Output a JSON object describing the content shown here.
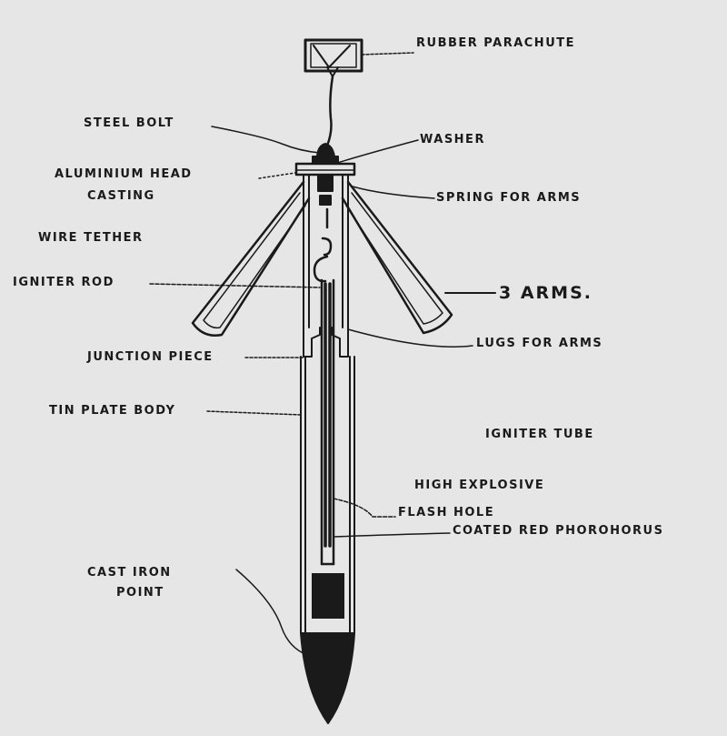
{
  "labels": {
    "rubber_parachute": "RUBBER PARACHUTE",
    "steel_bolt": "STEEL BOLT",
    "washer": "WASHER",
    "aluminium_head_line1": "ALUMINIUM HEAD",
    "aluminium_head_line2": "CASTING",
    "spring_for_arms": "SPRING FOR ARMS",
    "wire_tether": "WIRE TETHER",
    "igniter_rod": "IGNITER ROD",
    "three_arms": "3 ARMS.",
    "junction_piece": "JUNCTION PIECE",
    "lugs_for_arms": "LUGS FOR ARMS",
    "tin_plate_body": "TIN PLATE BODY",
    "igniter_tube": "IGNITER TUBE",
    "high_explosive": "HIGH EXPLOSIVE",
    "flash_hole": "FLASH HOLE",
    "coated_red_phosphorus": "COATED RED PHOROHORUS",
    "cast_iron_line1": "CAST IRON",
    "cast_iron_line2": "POINT"
  }
}
